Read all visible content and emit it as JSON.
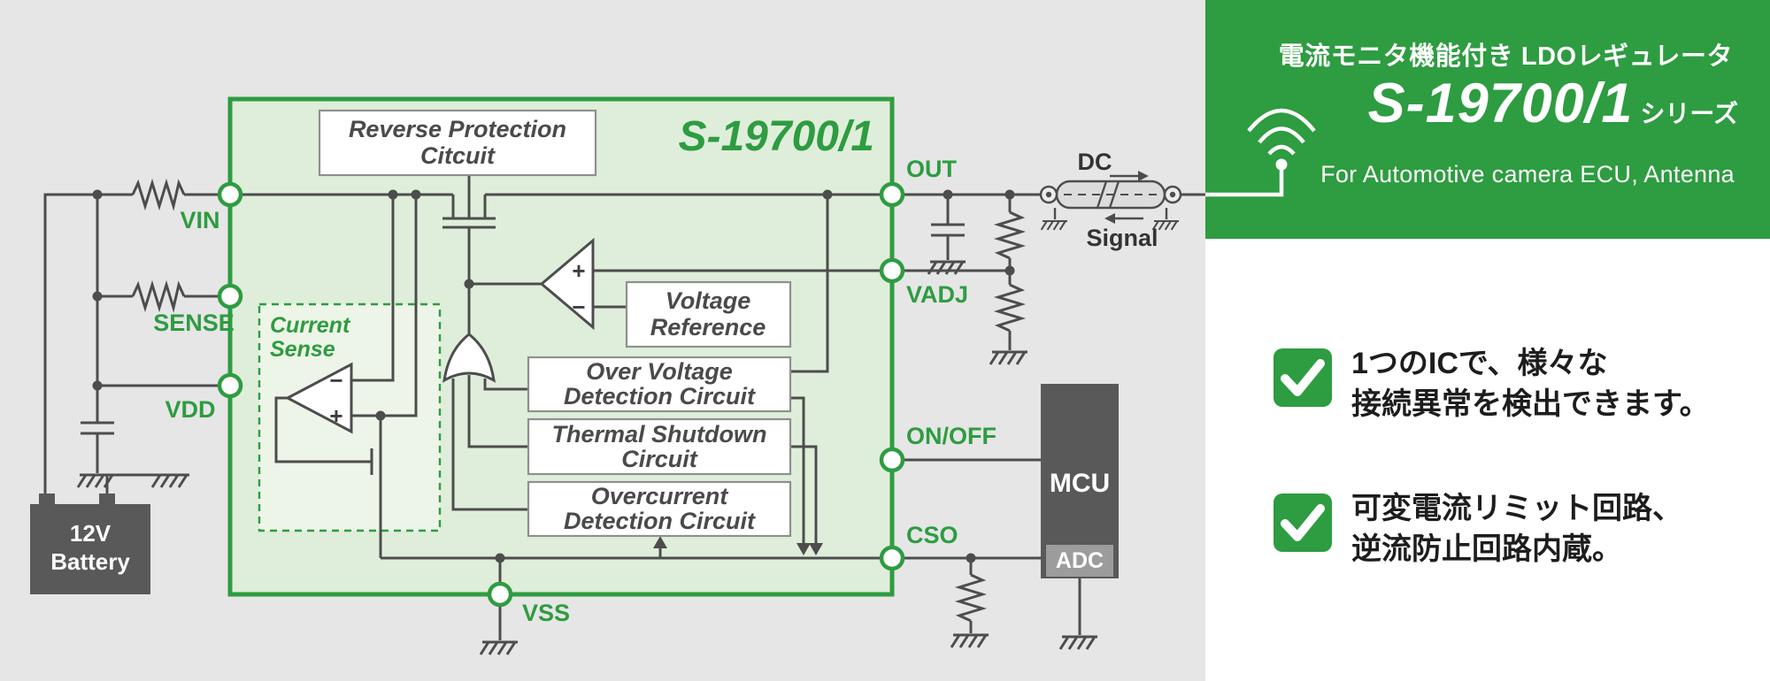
{
  "colors": {
    "green": "#2e9c41",
    "background_gray": "#e6e6e6",
    "line_gray": "#4d4d4d",
    "block_dark_gray": "#595959",
    "adc_gray": "#9c9c9c",
    "chip_fill": "#dfeeda",
    "panel_white": "#ffffff"
  },
  "diagram": {
    "chip_name": "S-19700/1",
    "pins": {
      "vin": "VIN",
      "sense": "SENSE",
      "vdd": "VDD",
      "out": "OUT",
      "vadj": "VADJ",
      "onoff": "ON/OFF",
      "cso": "CSO",
      "vss": "VSS"
    },
    "blocks": {
      "reverse_protection": {
        "line1": "Reverse Protection",
        "line2": "Citcuit"
      },
      "voltage_reference": {
        "line1": "Voltage",
        "line2": "Reference"
      },
      "over_voltage": {
        "line1": "Over Voltage",
        "line2": "Detection Circuit"
      },
      "thermal": {
        "line1": "Thermal Shutdown",
        "line2": "Circuit"
      },
      "overcurrent": {
        "line1": "Overcurrent",
        "line2": "Detection Circuit"
      },
      "current_sense": {
        "line1": "Current",
        "line2": "Sense"
      }
    },
    "symbols": {
      "plus": "+",
      "minus": "−"
    },
    "battery": {
      "line1": "12V",
      "line2": "Battery"
    },
    "mcu_label": "MCU",
    "adc_label": "ADC",
    "cable": {
      "dc": "DC",
      "signal": "Signal"
    }
  },
  "panel": {
    "title": "電流モニタ機能付き LDOレギュレータ",
    "product": "S-19700/1",
    "series": "シリーズ",
    "subtitle": "For Automotive camera ECU, Antenna",
    "features": [
      {
        "line1": "1つのICで、様々な",
        "line2": "接続異常を検出できます。"
      },
      {
        "line1": "可変電流リミット回路、",
        "line2": "逆流防止回路内蔵。"
      }
    ]
  }
}
